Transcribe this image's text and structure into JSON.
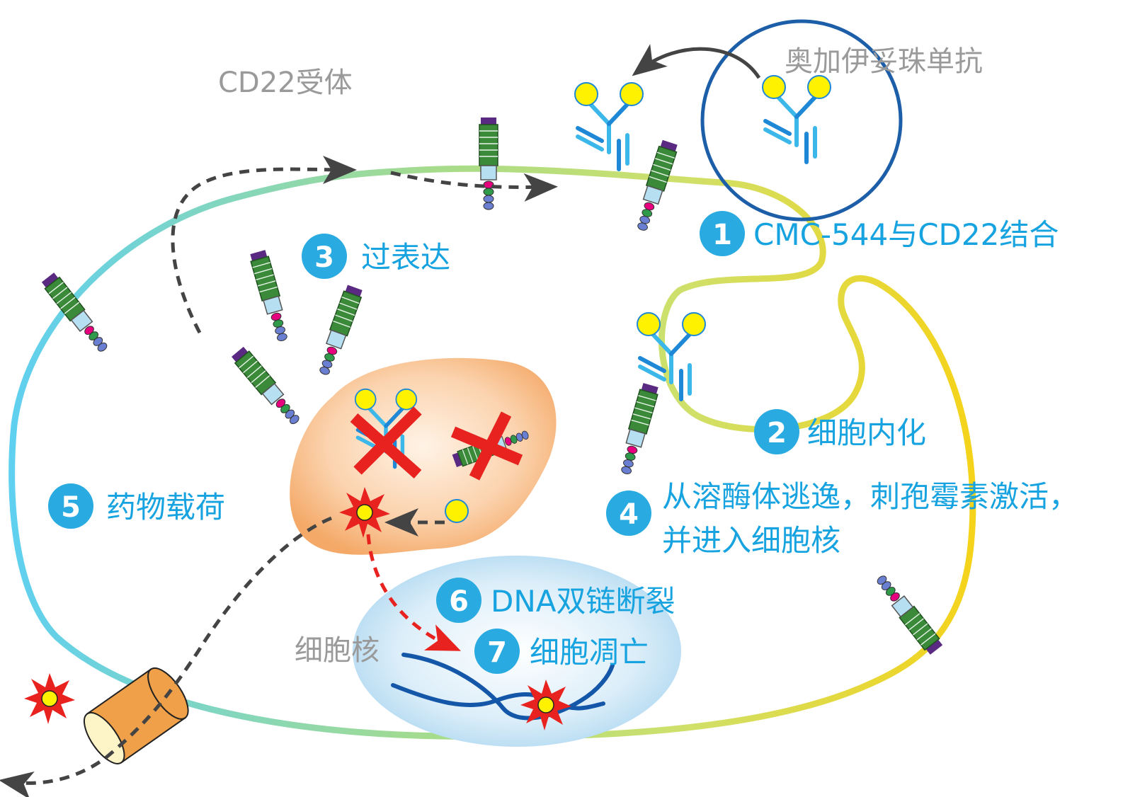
{
  "labels": {
    "receptor": "CD22受体",
    "drug": "奥加伊妥珠单抗",
    "nucleus": "细胞核"
  },
  "steps": [
    {
      "num": "1",
      "text": "CMC-544与CD22结合"
    },
    {
      "num": "2",
      "text": "细胞内化"
    },
    {
      "num": "3",
      "text": "过表达"
    },
    {
      "num": "4",
      "line1": "从溶酶体逃逸，刺孢霉素激活，",
      "line2": "并进入细胞核"
    },
    {
      "num": "5",
      "text": "药物载荷"
    },
    {
      "num": "6",
      "text": "DNA双链断裂"
    },
    {
      "num": "7",
      "text": "细胞凋亡"
    }
  ],
  "colors": {
    "step_circle": "#29abe2",
    "step_text": "#17a3e0",
    "antibody_blue": "#1e88d6",
    "antibody_light": "#3bb7ea",
    "payload_yellow": "#fff200",
    "receptor_green": "#3a8a3a",
    "receptor_purple": "#5a2a82",
    "star_red": "#e8221e",
    "arrow_gray": "#444444",
    "membrane_blue_left": "#5fd0f0",
    "membrane_yellow_right": "#f5d31a",
    "lysosome_orange": "#f6b27d",
    "pump_orange": "#f0a048",
    "nucleus_blue": "#b6dcf2",
    "dna_blue": "#1457a8",
    "drug_circle": "#1c5ea8"
  }
}
